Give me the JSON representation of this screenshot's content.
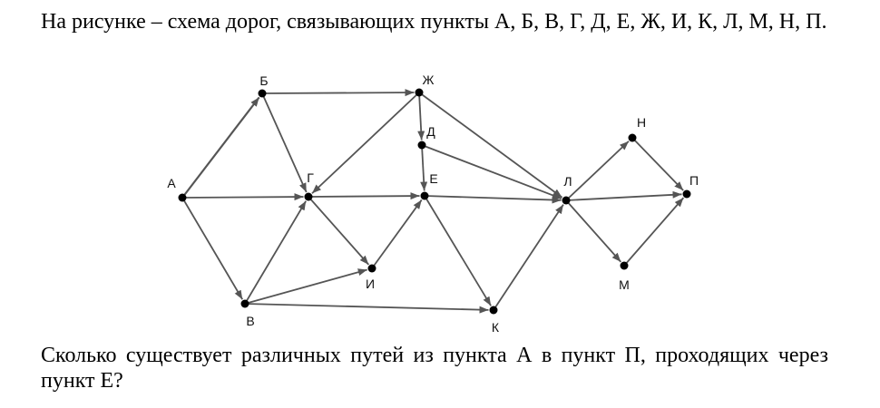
{
  "intro_text": "На рисунке – схема дорог, связывающих пункты А, Б, В, Г, Д, Е, Ж, И, К, Л, М, Н, П.",
  "question_text": "Сколько существует различных путей из пункта А в пункт П, проходящих через пункт Е?",
  "graph": {
    "nodes": [
      {
        "id": "A",
        "label": "А"
      },
      {
        "id": "B",
        "label": "Б"
      },
      {
        "id": "V",
        "label": "В"
      },
      {
        "id": "G",
        "label": "Г"
      },
      {
        "id": "D",
        "label": "Д"
      },
      {
        "id": "E",
        "label": "Е"
      },
      {
        "id": "ZH",
        "label": "Ж"
      },
      {
        "id": "I",
        "label": "И"
      },
      {
        "id": "K",
        "label": "К"
      },
      {
        "id": "L",
        "label": "Л"
      },
      {
        "id": "M",
        "label": "М"
      },
      {
        "id": "N",
        "label": "Н"
      },
      {
        "id": "P",
        "label": "П"
      }
    ],
    "edges": [
      {
        "from": "A",
        "to": "B"
      },
      {
        "from": "A",
        "to": "G"
      },
      {
        "from": "A",
        "to": "V"
      },
      {
        "from": "B",
        "to": "ZH"
      },
      {
        "from": "B",
        "to": "G"
      },
      {
        "from": "V",
        "to": "G"
      },
      {
        "from": "V",
        "to": "I"
      },
      {
        "from": "V",
        "to": "K"
      },
      {
        "from": "ZH",
        "to": "G"
      },
      {
        "from": "ZH",
        "to": "D"
      },
      {
        "from": "ZH",
        "to": "L"
      },
      {
        "from": "D",
        "to": "E"
      },
      {
        "from": "D",
        "to": "L"
      },
      {
        "from": "G",
        "to": "E"
      },
      {
        "from": "G",
        "to": "I"
      },
      {
        "from": "I",
        "to": "E"
      },
      {
        "from": "E",
        "to": "K"
      },
      {
        "from": "E",
        "to": "L"
      },
      {
        "from": "K",
        "to": "L"
      },
      {
        "from": "L",
        "to": "N"
      },
      {
        "from": "L",
        "to": "P"
      },
      {
        "from": "L",
        "to": "M"
      },
      {
        "from": "N",
        "to": "P"
      },
      {
        "from": "M",
        "to": "P"
      }
    ],
    "edge_color": "#555555",
    "node_color": "#000000"
  }
}
